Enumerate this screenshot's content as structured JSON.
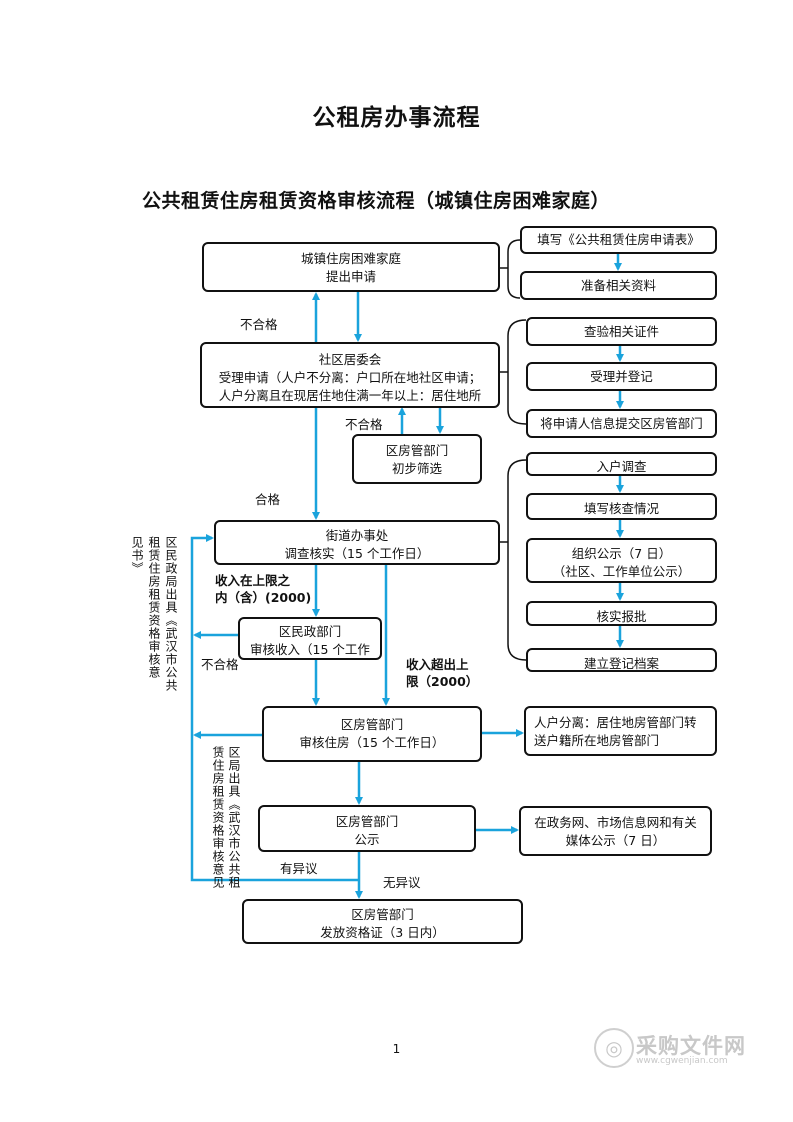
{
  "title": "公租房办事流程",
  "subtitle": "公共租赁住房租赁资格审核流程（城镇住房困难家庭）",
  "boxes": {
    "apply_l1": "城镇住房困难家庭",
    "apply_l2": "提出申请",
    "fill_form": "填写《公共租赁住房申请表》",
    "prepare_docs": "准备相关资料",
    "committee_l1": "社区居委会",
    "committee_l2": "受理申请（人户不分离：户口所在地社区申请；",
    "committee_l3": "人户分离且在现居住地住满一年以上：居住地所",
    "check_docs": "查验相关证件",
    "accept_register": "受理并登记",
    "submit_info": "将申请人信息提交区房管部门",
    "district_screen_l1": "区房管部门",
    "district_screen_l2": "初步筛选",
    "home_survey": "入户调查",
    "fill_survey": "填写核查情况",
    "publicity_l1": "组织公示（7 日）",
    "publicity_l2": "（社区、工作单位公示）",
    "verify_report": "核实报批",
    "build_archive": "建立登记档案",
    "street_l1": "街道办事处",
    "street_l2": "调查核实（15 个工作日）",
    "civil_l1": "区民政部门",
    "civil_l2": "审核收入（15 个工作",
    "housing_review_l1": "区房管部门",
    "housing_review_l2": "审核住房（15 个工作日）",
    "separation_l1": "人户分离：居住地房管部门转",
    "separation_l2": "送户籍所在地房管部门",
    "announce_l1": "区房管部门",
    "announce_l2": "公示",
    "media_l1": "在政务网、市场信息网和有关",
    "media_l2": "媒体公示（7 日）",
    "certificate_l1": "区房管部门",
    "certificate_l2": "发放资格证（3 日内）"
  },
  "labels": {
    "unqualified_1": "不合格",
    "unqualified_2": "不合格",
    "qualified": "合格",
    "income_within_l1": "收入在上限之",
    "income_within_l2": "内（含）(2000)",
    "unqualified_3": "不合格",
    "income_over_l1": "收入超出上",
    "income_over_l2": "限（2000）",
    "has_objection": "有异议",
    "no_objection": "无异议"
  },
  "vertical_notes": {
    "civil_note_col1": "区民政局出具《武汉市公共",
    "civil_note_col2": "租赁住房租赁资格审核意",
    "civil_note_col3": "见书》",
    "housing_note_col1": "区局出具《武汉市公共租",
    "housing_note_col2": "赁住房租赁资格审核意见"
  },
  "page_number": "1",
  "watermark": {
    "brand": "采购文件网",
    "url": "www.cgwenjian.com"
  },
  "colors": {
    "arrow": "#1aa3dc",
    "box_border": "#111111",
    "text": "#111111"
  }
}
